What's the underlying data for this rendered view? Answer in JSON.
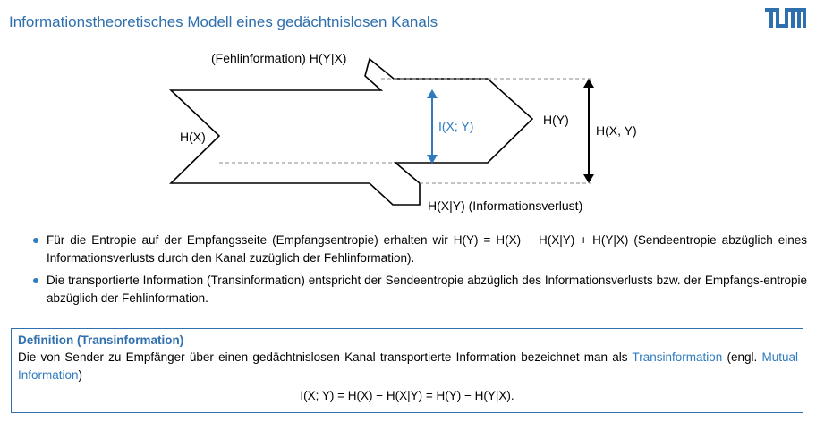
{
  "header": {
    "title": "Informationstheoretisches Modell eines gedächtnislosen Kanals",
    "logo_text": "TUM"
  },
  "diagram": {
    "label_fehlinformation": "(Fehlinformation) H(Y|X)",
    "label_hx": "H(X)",
    "label_ixy": "I(X; Y)",
    "label_hy": "H(Y)",
    "label_hxy": "H(X, Y)",
    "label_informationsverlust": "H(X|Y) (Informationsverlust)"
  },
  "bullets": [
    "Für die Entropie auf der Empfangsseite (Empfangsentropie) erhalten wir H(Y) = H(X) − H(X|Y) + H(Y|X) (Sendeentropie abzüglich eines Informationsverlusts durch den Kanal zuzüglich der Fehlinformation).",
    "Die transportierte Information (Transinformation) entspricht der Sendeentropie abzüglich des Informationsverlusts bzw. der Empfangs-entropie abzüglich der Fehlinformation."
  ],
  "definition": {
    "title": "Definition (Transinformation)",
    "text_before": "Die von Sender zu Empfänger über einen gedächtnislosen Kanal transportierte Information bezeichnet man als ",
    "link1": "Transinformation",
    "text_middle": " (engl. ",
    "link2": "Mutual Information",
    "text_after": ")",
    "formula": "I(X; Y) = H(X) − H(X|Y) = H(Y) − H(Y|X)."
  },
  "colors": {
    "accent": "#2e6fae",
    "arrow_blue": "#2e7bbf"
  }
}
